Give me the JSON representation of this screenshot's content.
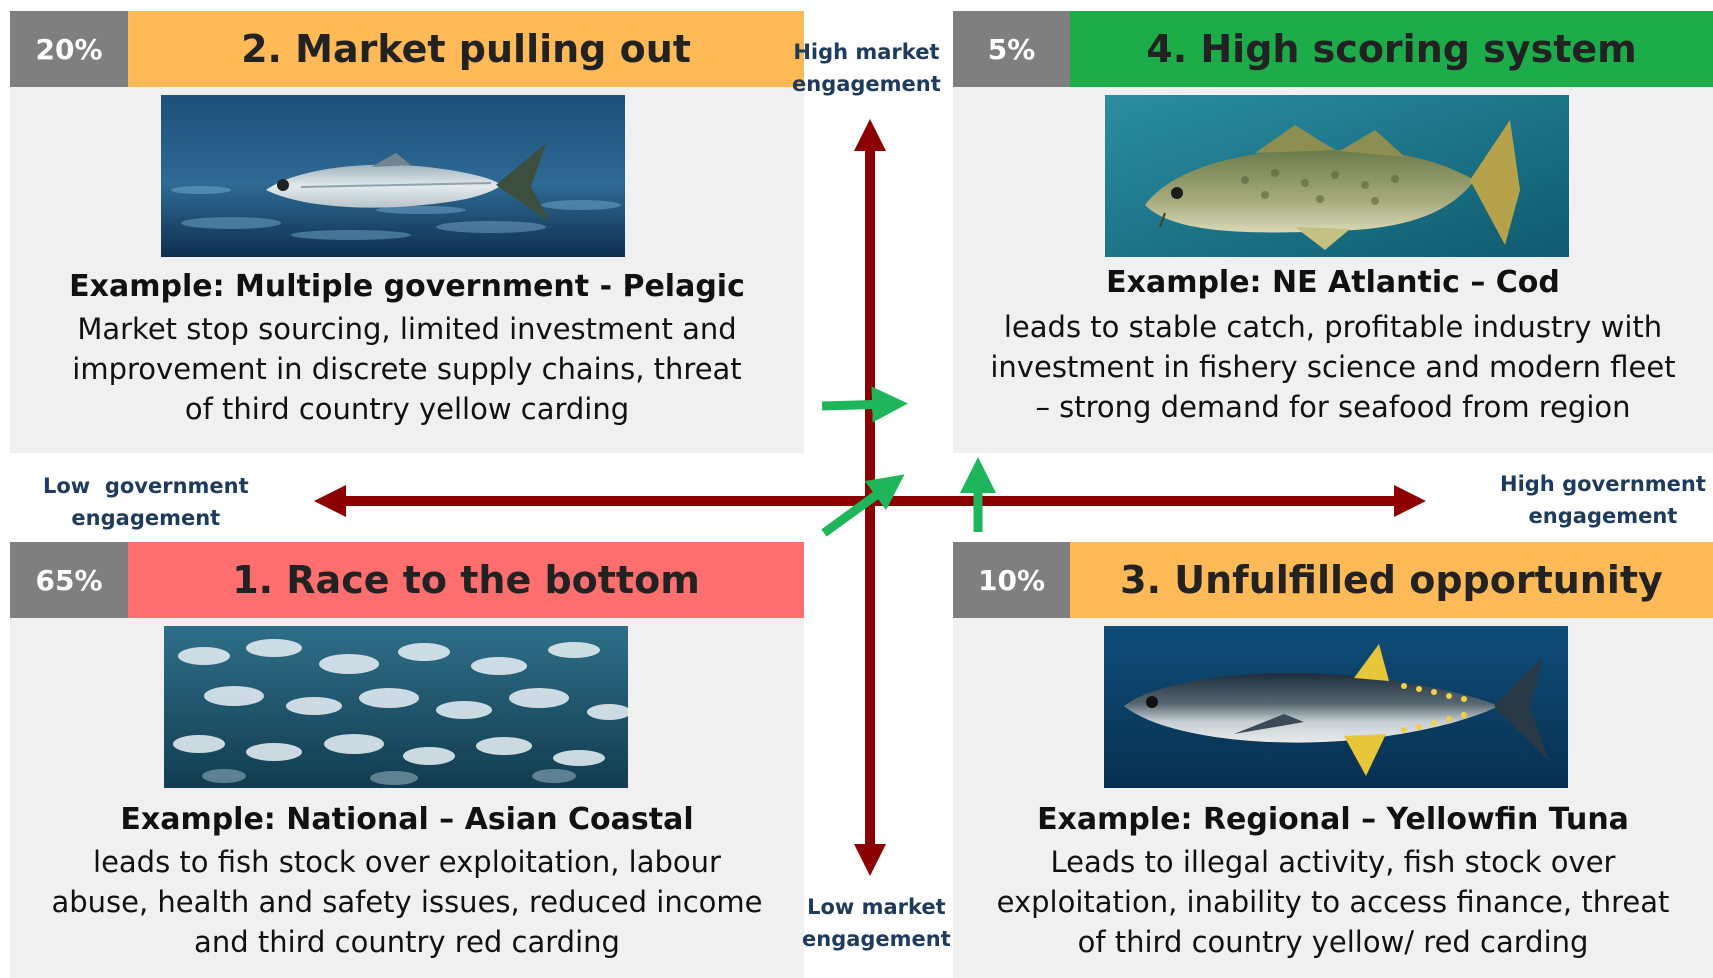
{
  "axes": {
    "top_label": [
      "High market",
      "engagement"
    ],
    "bottom_label": [
      "Low market",
      "engagement"
    ],
    "left_label": [
      "Low  government",
      "engagement"
    ],
    "right_label": [
      "High government",
      "engagement"
    ]
  },
  "colors": {
    "axis": "#8b0000",
    "transition_arrow": "#1fb55a",
    "percent_box": "#7f7f7f",
    "quadrant_bg": "#f0f0f0",
    "race_to_bottom": "#ff6f6f",
    "market_pulling_out": "#ffb957",
    "unfulfilled_opportunity": "#ffb957",
    "high_scoring": "#1cad4a"
  },
  "quadrants": {
    "tl": {
      "percent": "20%",
      "title": "2. Market pulling out",
      "image": "fish-icon",
      "example": "Example: Multiple government - Pelagic",
      "description": [
        "Market stop sourcing, limited investment and",
        "improvement in discrete supply chains, threat",
        "of third country yellow carding"
      ]
    },
    "tr": {
      "percent": "5%",
      "title": "4. High scoring system",
      "image": "cod-icon",
      "example": "Example: NE Atlantic – Cod",
      "description": [
        "leads to stable catch, profitable industry with",
        "investment in fishery science and modern fleet",
        "– strong demand for seafood from region"
      ]
    },
    "bl": {
      "percent": "65%",
      "title": "1. Race to the bottom",
      "image": "fish-school-icon",
      "example": "Example: National – Asian Coastal",
      "description": [
        "leads to  fish stock over exploitation, labour",
        "abuse, health and safety issues, reduced income",
        "and third country red carding"
      ]
    },
    "br": {
      "percent": "10%",
      "title": "3. Unfulfilled opportunity",
      "image": "tuna-icon",
      "example": "Example: Regional – Yellowfin Tuna",
      "description": [
        "Leads to illegal activity, fish stock over",
        "exploitation, inability to access finance, threat",
        "of third country yellow/ red carding"
      ]
    }
  }
}
